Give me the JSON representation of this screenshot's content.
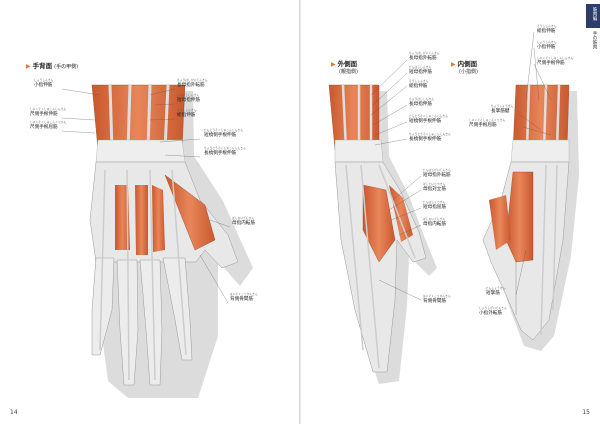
{
  "left_page": {
    "heading": "手背面",
    "heading_sub": "(手の甲側)",
    "page_number": "14",
    "labels": [
      {
        "ruby": "しょうしんきん",
        "text": "小指伸筋"
      },
      {
        "ruby": "しゃくそくしゅこんしんきん",
        "text": "尺側手根伸筋"
      },
      {
        "ruby": "しゃくそくしゅこんくっきん",
        "text": "尺側手根屈筋"
      },
      {
        "ruby": "ちょうぼしがいてんきん",
        "text": "長母指外転筋"
      },
      {
        "ruby": "たんぼししんきん",
        "text": "短母指伸筋"
      },
      {
        "ruby": "そうししんきん",
        "text": "総指伸筋"
      },
      {
        "ruby": "たんとうそくしゅこんしんきん",
        "text": "短橈側手根伸筋"
      },
      {
        "ruby": "ちょうとうそくしゅこんしんきん",
        "text": "長橈側手根伸筋"
      },
      {
        "ruby": "ぼしないてんきん",
        "text": "母指内転筋"
      },
      {
        "ruby": "はいそくこっかんきん",
        "text": "背側骨間筋"
      }
    ]
  },
  "right_page": {
    "outer_heading": "外側面",
    "outer_sub": "(親指側)",
    "inner_heading": "内側面",
    "inner_sub": "(小指側)",
    "page_number": "15",
    "tab_top": "筋肉編",
    "tab_bottom": "手の筋肉",
    "outer_labels": [
      {
        "ruby": "ちょうぼしがいてんきん",
        "text": "長母指外転筋"
      },
      {
        "ruby": "たんぼししんきん",
        "text": "短母指伸筋"
      },
      {
        "ruby": "そうししんきん",
        "text": "総指伸筋"
      },
      {
        "ruby": "ちょうぼししんきん",
        "text": "長母指伸筋"
      },
      {
        "ruby": "たんとうそくしゅこんしんきん",
        "text": "短橈側手根伸筋"
      },
      {
        "ruby": "ちょうとうそくしゅこんしんきん",
        "text": "長橈側手根伸筋"
      },
      {
        "ruby": "たんぼしがいてんきん",
        "text": "短母指外転筋"
      },
      {
        "ruby": "ぼしたいりつきん",
        "text": "母指対立筋"
      },
      {
        "ruby": "たんぼしくっきん",
        "text": "短母指屈筋"
      },
      {
        "ruby": "ぼしないてんきん",
        "text": "母指内転筋"
      },
      {
        "ruby": "はいそくこっかんきん",
        "text": "背側骨間筋"
      }
    ],
    "inner_labels": [
      {
        "ruby": "そうししんきん",
        "text": "総指伸筋"
      },
      {
        "ruby": "しょうしんきん",
        "text": "小指伸筋"
      },
      {
        "ruby": "しゃくそくしゅこんしんきん",
        "text": "尺側手根伸筋"
      },
      {
        "ruby": "ちょうしょうきん",
        "text": "長掌筋腱"
      },
      {
        "ruby": "しゃくそくしゅこんくっきん",
        "text": "尺側手根屈筋"
      },
      {
        "ruby": "たんしょうきん",
        "text": "短掌筋"
      },
      {
        "ruby": "しょうしがいてんきん",
        "text": "小指外転筋"
      }
    ]
  }
}
